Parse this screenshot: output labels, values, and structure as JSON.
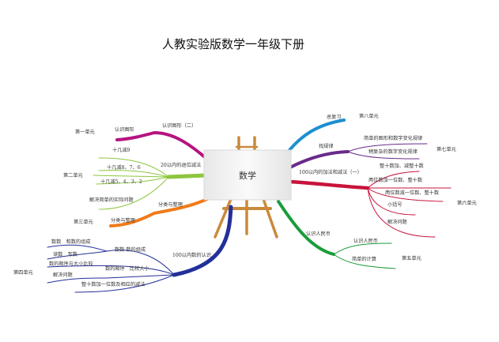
{
  "title": "人教实验版数学一年级下册",
  "center": "数学",
  "colors": {
    "unit1": "#b5147f",
    "unit2": "#8dc63f",
    "unit3": "#f07b1a",
    "unit4": "#23309a",
    "unit5": "#1a9c3a",
    "unit6": "#c8133b",
    "unit7": "#6a2b8a",
    "unit8": "#1d8fd0"
  },
  "units": {
    "u1": {
      "unit": "第一单元",
      "topic": "认识图形（二）",
      "items": [
        "认识图形"
      ]
    },
    "u2": {
      "unit": "第二单元",
      "topic": "20以内的退位减法",
      "items": [
        "十几减9",
        "十几减8、7、6",
        "十几减5、4、3、2",
        "解决简单的实际问题"
      ]
    },
    "u3": {
      "unit": "第三单元",
      "topic": "分类与整理",
      "items": [
        "分类与整理"
      ]
    },
    "u4": {
      "unit": "第四单元",
      "topic": "100以内数的认识",
      "items": [
        "数数 数的组成",
        "数数　和数的组成",
        "读数　写数",
        "数的顺序与大小比较",
        "数的顺序　比较大小",
        "解决问题",
        "整十数加一位数及相应的减法"
      ]
    },
    "u5": {
      "unit": "第五单元",
      "topic": "认识人民币",
      "items": [
        "认识人民币",
        "简单的计算"
      ]
    },
    "u6": {
      "unit": "第六单元",
      "topic": "100以内的加法和减法（一）",
      "items": [
        "整十数加、减整十数",
        "两位数加一位数、整十数",
        "两位数减一位数、整十数",
        "小括号",
        "解决问题"
      ]
    },
    "u7": {
      "unit": "第七单元",
      "topic": "找规律",
      "items": [
        "简单的图形和数字变化规律",
        "稍复杂的数字变化规律"
      ]
    },
    "u8": {
      "unit": "第八单元",
      "topic": "总复习",
      "items": []
    }
  }
}
